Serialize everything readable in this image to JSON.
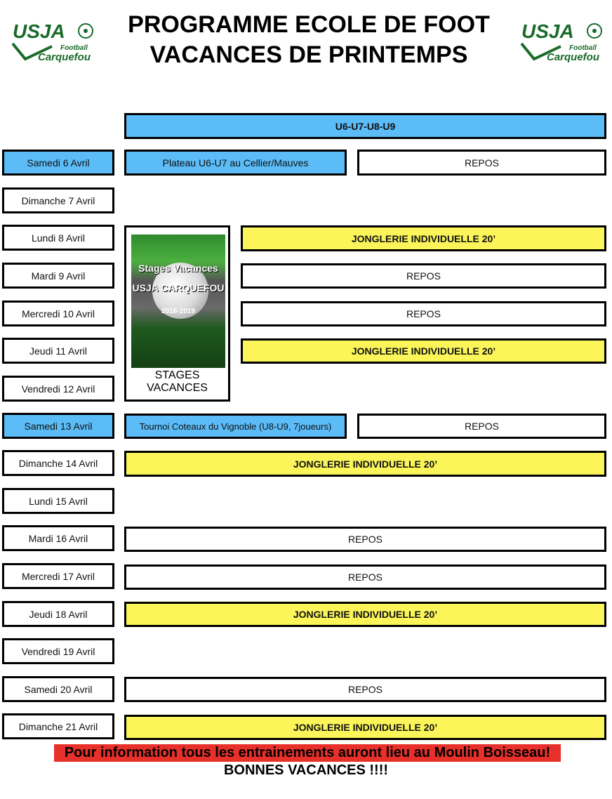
{
  "header": {
    "title_line1": "PROGRAMME ECOLE DE FOOT",
    "title_line2": "VACANCES DE PRINTEMPS",
    "logo_text": "USJA Football Carquefou"
  },
  "group_header": "U6-U7-U8-U9",
  "days": [
    "Samedi 6 Avril",
    "Dimanche 7 Avril",
    "Lundi 8 Avril",
    "Mardi 9 Avril",
    "Mercredi 10 Avril",
    "Jeudi 11 Avril",
    "Vendredi 12 Avril",
    "Samedi 13 Avril",
    "Dimanche 14 Avril",
    "Lundi 15 Avril",
    "Mardi 16 Avril",
    "Mercredi 17 Avril",
    "Jeudi 18 Avril",
    "Vendredi 19 Avril",
    "Samedi 20 Avril",
    "Dimanche 21 Avril"
  ],
  "events": [
    "Plateau U6-U7 au Cellier/Mauves",
    "REPOS",
    "JONGLERIE INDIVIDUELLE 20’",
    "REPOS",
    "REPOS",
    "JONGLERIE INDIVIDUELLE 20’",
    "Tournoi Coteaux du Vignoble (U8-U9, 7joueurs)",
    "REPOS",
    "JONGLERIE INDIVIDUELLE 20’",
    "REPOS",
    "REPOS",
    "JONGLERIE INDIVIDUELLE 20’",
    "REPOS",
    "JONGLERIE INDIVIDUELLE 20’"
  ],
  "poster": {
    "title": "Stages Vacances",
    "subtitle": "USJA CARQUEFOU",
    "year": "2018-2019",
    "caption_line1": "STAGES",
    "caption_line2": "VACANCES"
  },
  "footer": {
    "info": "Pour information tous les entrainements auront lieu au Moulin Boisseau!",
    "farewell": "BONNES VACANCES !!!!"
  },
  "colors": {
    "blue": "#5bbcf7",
    "yellow": "#fbf55a",
    "red": "#e8302a",
    "logo_green": "#1a6b2a"
  }
}
